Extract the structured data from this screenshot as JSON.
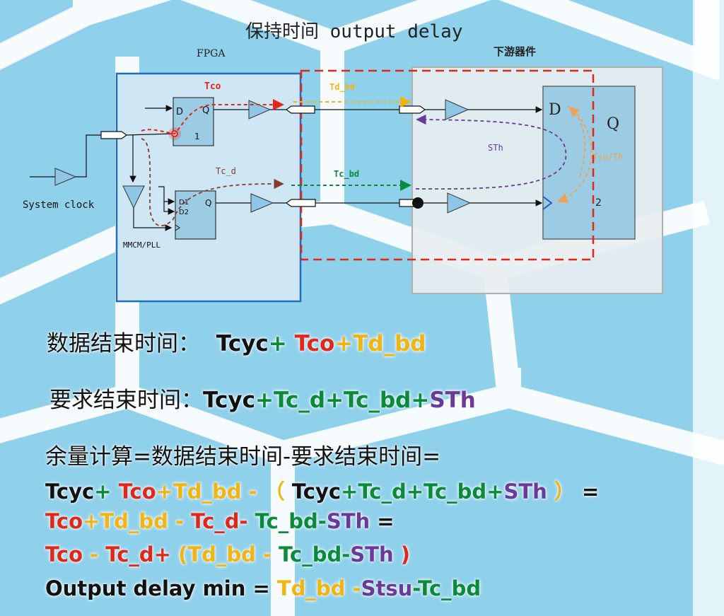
{
  "title": "保持时间 output delay",
  "diagram": {
    "fpga_label": "FPGA",
    "downstream_label": "下游器件",
    "tco": "Tco",
    "td_bd": "Td_bd",
    "tc_d": "Tc_d",
    "tc_bd": "Tc_bd",
    "sth": "STh",
    "tsu_th": "Tsu/Th",
    "system_clock": "System clock",
    "mmcm": "MMCM/PLL",
    "ff1_d": "D",
    "ff1_q": "Q",
    "ff1_clk": "1",
    "ff2_d1": "D1",
    "ff2_d2": "D2",
    "ff2_q": "Q",
    "ds_d": "D",
    "ds_q": "Q",
    "ds_clk": "2"
  },
  "formulas": {
    "line1": {
      "label": "数据结束时间：",
      "p1": "Tcyc",
      "p2": "+ ",
      "p3": "Tco",
      "p4": "+Td_bd"
    },
    "line2": {
      "label": "要求结束时间：",
      "p1": "Tcyc",
      "p2": "+Tc_d+Tc_bd+",
      "p3": "STh"
    },
    "line3": {
      "label": "余量计算=数据结束时间-要求结束时间="
    },
    "line4": {
      "p1": "Tcyc",
      "p2": "+ ",
      "p3": "Tco",
      "p4": "+Td_bd - （ ",
      "p5": "Tcyc",
      "p6": "+Tc_d+Tc_bd+",
      "p7": "STh",
      "p8": " ）",
      "p9": " ="
    },
    "line5": {
      "p1": "Tco",
      "p2": "+Td_bd - ",
      "p3": "Tc_d- ",
      "p4": "Tc_bd-",
      "p5": "STh",
      "p6": " ="
    },
    "line6": {
      "p1": "Tco",
      "p2": " - ",
      "p3": "Tc_d+ ",
      "p4": "(Td_bd - ",
      "p5": "Tc_bd-",
      "p6": "STh",
      "p7": " )"
    },
    "line7": {
      "p1": "Output delay min = ",
      "p2": "Td_bd",
      "p3": " -",
      "p4": "Stsu",
      "p5": "-Tc_bd"
    }
  },
  "colors": {
    "background": "#8fd0ea",
    "green": "#0a8a3a",
    "red": "#e0281a",
    "yellow": "#f2b413",
    "purple": "#6a3a9a",
    "fpga_border": "#1f6fb8"
  }
}
